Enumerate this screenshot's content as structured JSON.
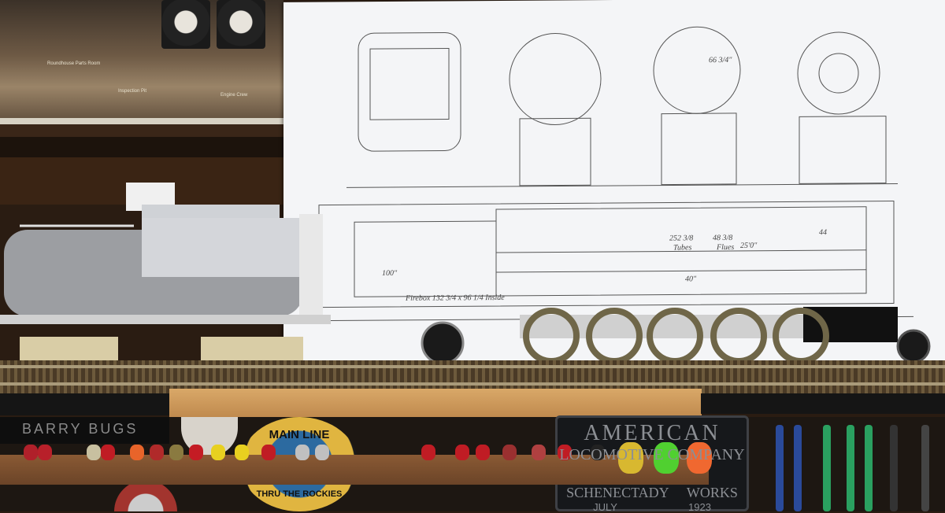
{
  "scene": {
    "description_labels": {
      "photo_captions": [
        "Roundhouse Parts Room",
        "Inspection Pit",
        "Engine Crew"
      ],
      "blueprint_annotations": [
        "Firebox 132 3/4 x 96 1/4 Inside",
        "252 3/8",
        "Tubes",
        "48 3/8",
        "Flues",
        "25'0\"",
        "40\"",
        "66 3/4\"",
        "44",
        "100\""
      ],
      "plaque_barry": "BARRY BUGS",
      "plaque_mainline_top": "MAIN LINE",
      "plaque_mainline_bottom": "THRU THE ROCKIES",
      "plaque_alco_line1": "AMERICAN",
      "plaque_alco_line2": "LOCOMOTIVE COMPANY",
      "plaque_alco_line3": "SCHENECTADY",
      "plaque_alco_line4": "WORKS",
      "plaque_alco_month": "JULY",
      "plaque_alco_year": "1923"
    },
    "colors": {
      "tender_gray": "#a7a9ad",
      "tender_top": "#d4d6da",
      "truck_cream": "#d9cda6",
      "drivers_bronze": "#6f6648",
      "shelf_wood": "#c99456",
      "blueprint_paper": "#f4f5f7"
    },
    "screwdriver_handle_colors": [
      "#b0202a",
      "#b8202a",
      "#c8c0a0",
      "#c01c24",
      "#e8642a",
      "#b02a2a",
      "#8a7a40",
      "#c41c24",
      "#e8d020",
      "#e8d020",
      "#c01c24",
      "#c0c0c0",
      "#c0c0c0",
      "#c01c24",
      "#c01c24",
      "#c01c24",
      "#9a3030",
      "#b04040",
      "#c01c24",
      "#222222",
      "#d8b830",
      "#50d030",
      "#f06830"
    ]
  }
}
